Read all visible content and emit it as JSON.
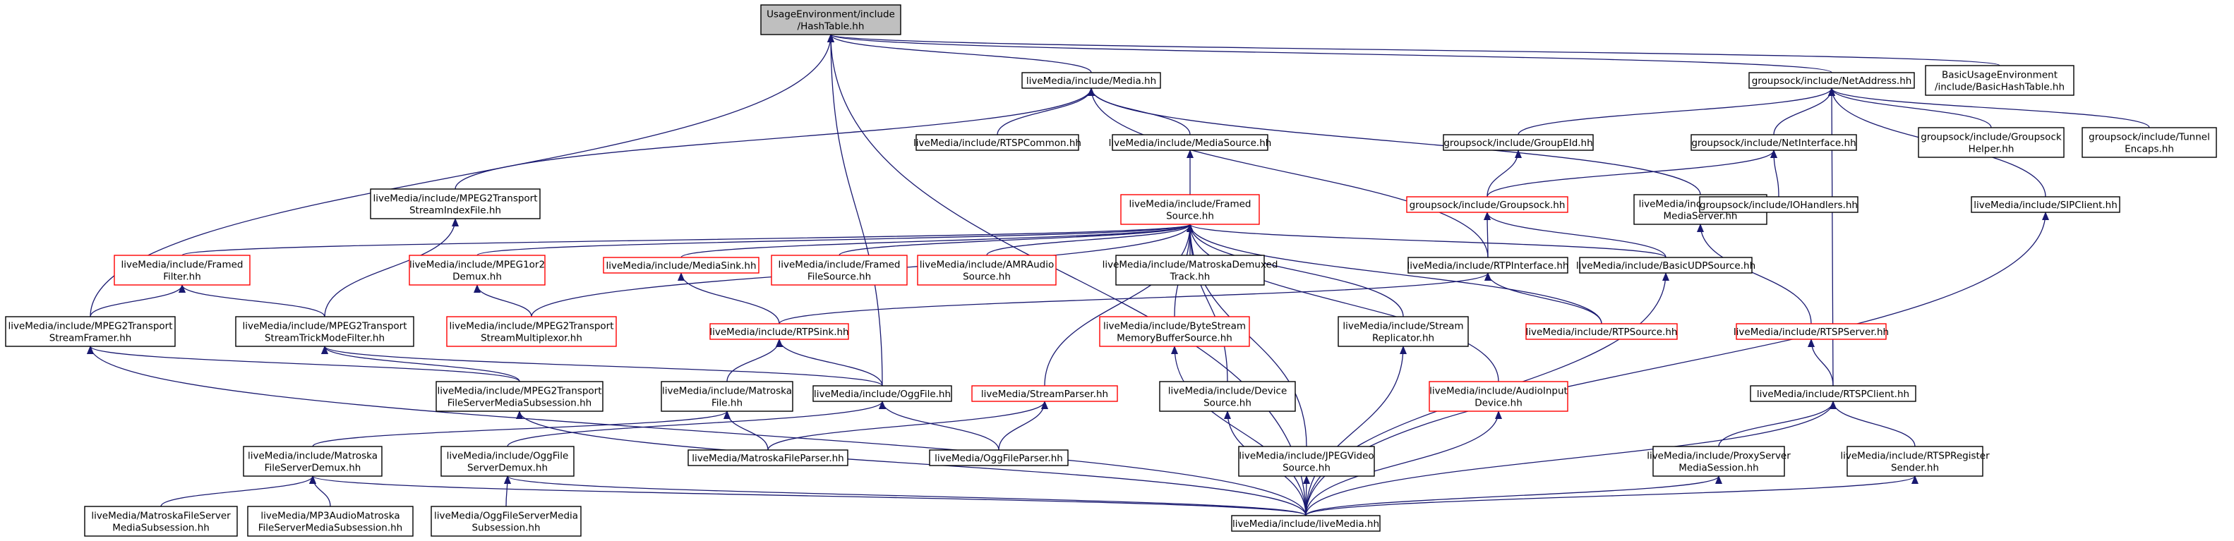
{
  "colors": {
    "edge": "#191970",
    "node_border": "#000000",
    "node_border_incomplete": "#ff0000",
    "root_fill": "#bfbfbf",
    "node_fill": "#ffffff"
  },
  "nodes": {
    "hashtable": {
      "lines": [
        "UsageEnvironment/include",
        "/HashTable.hh"
      ],
      "style": "root"
    },
    "media": {
      "lines": [
        "liveMedia/include/Media.hh"
      ],
      "style": "normal"
    },
    "netaddress": {
      "lines": [
        "groupsock/include/NetAddress.hh"
      ],
      "style": "normal"
    },
    "basichashtable": {
      "lines": [
        "BasicUsageEnvironment",
        "/include/BasicHashTable.hh"
      ],
      "style": "normal"
    },
    "rtspcommon": {
      "lines": [
        "liveMedia/include/RTSPCommon.hh"
      ],
      "style": "normal"
    },
    "mediasource": {
      "lines": [
        "liveMedia/include/MediaSource.hh"
      ],
      "style": "normal"
    },
    "groupeid": {
      "lines": [
        "groupsock/include/GroupEId.hh"
      ],
      "style": "normal"
    },
    "netinterface": {
      "lines": [
        "groupsock/include/NetInterface.hh"
      ],
      "style": "normal"
    },
    "groupsockhelper": {
      "lines": [
        "groupsock/include/Groupsock",
        "Helper.hh"
      ],
      "style": "normal"
    },
    "tunnelencaps": {
      "lines": [
        "groupsock/include/Tunnel",
        "Encaps.hh"
      ],
      "style": "normal"
    },
    "mpeg2tsindex": {
      "lines": [
        "liveMedia/include/MPEG2Transport",
        "StreamIndexFile.hh"
      ],
      "style": "normal"
    },
    "framedsource": {
      "lines": [
        "liveMedia/include/Framed",
        "Source.hh"
      ],
      "style": "incomplete"
    },
    "groupsock": {
      "lines": [
        "groupsock/include/Groupsock.hh"
      ],
      "style": "incomplete"
    },
    "genericmediaserver": {
      "lines": [
        "liveMedia/include/Generic",
        "MediaServer.hh"
      ],
      "style": "normal"
    },
    "iohandlers": {
      "lines": [
        "groupsock/include/IOHandlers.hh"
      ],
      "style": "normal"
    },
    "sipclient": {
      "lines": [
        "liveMedia/include/SIPClient.hh"
      ],
      "style": "normal"
    },
    "framedfilter": {
      "lines": [
        "liveMedia/include/Framed",
        "Filter.hh"
      ],
      "style": "incomplete"
    },
    "mpeg1or2demux": {
      "lines": [
        "liveMedia/include/MPEG1or2",
        "Demux.hh"
      ],
      "style": "incomplete"
    },
    "mediasink": {
      "lines": [
        "liveMedia/include/MediaSink.hh"
      ],
      "style": "incomplete"
    },
    "framedfilesource": {
      "lines": [
        "liveMedia/include/Framed",
        "FileSource.hh"
      ],
      "style": "incomplete"
    },
    "amraudiosource": {
      "lines": [
        "liveMedia/include/AMRAudio",
        "Source.hh"
      ],
      "style": "incomplete"
    },
    "matroskademuxedtrack": {
      "lines": [
        "liveMedia/include/MatroskaDemuxed",
        "Track.hh"
      ],
      "style": "normal"
    },
    "rtpinterface": {
      "lines": [
        "liveMedia/include/RTPInterface.hh"
      ],
      "style": "normal"
    },
    "basicudpsource": {
      "lines": [
        "liveMedia/include/BasicUDPSource.hh"
      ],
      "style": "normal"
    },
    "mpeg2tsframer": {
      "lines": [
        "liveMedia/include/MPEG2Transport",
        "StreamFramer.hh"
      ],
      "style": "normal"
    },
    "mpeg2tstrickmode": {
      "lines": [
        "liveMedia/include/MPEG2Transport",
        "StreamTrickModeFilter.hh"
      ],
      "style": "normal"
    },
    "mpeg2tsmultiplexor": {
      "lines": [
        "liveMedia/include/MPEG2Transport",
        "StreamMultiplexor.hh"
      ],
      "style": "incomplete"
    },
    "rtpsink": {
      "lines": [
        "liveMedia/include/RTPSink.hh"
      ],
      "style": "incomplete"
    },
    "bytestreammemory": {
      "lines": [
        "liveMedia/include/ByteStream",
        "MemoryBufferSource.hh"
      ],
      "style": "incomplete"
    },
    "streamreplicator": {
      "lines": [
        "liveMedia/include/Stream",
        "Replicator.hh"
      ],
      "style": "normal"
    },
    "rtpsource": {
      "lines": [
        "liveMedia/include/RTPSource.hh"
      ],
      "style": "incomplete"
    },
    "rtspserver": {
      "lines": [
        "liveMedia/include/RTSPServer.hh"
      ],
      "style": "incomplete"
    },
    "mpeg2tsfileserver": {
      "lines": [
        "liveMedia/include/MPEG2Transport",
        "FileServerMediaSubsession.hh"
      ],
      "style": "normal"
    },
    "matroskafile": {
      "lines": [
        "liveMedia/include/Matroska",
        "File.hh"
      ],
      "style": "normal"
    },
    "oggfile": {
      "lines": [
        "liveMedia/include/OggFile.hh"
      ],
      "style": "normal"
    },
    "streamparser": {
      "lines": [
        "liveMedia/StreamParser.hh"
      ],
      "style": "incomplete"
    },
    "devicesource": {
      "lines": [
        "liveMedia/include/Device",
        "Source.hh"
      ],
      "style": "normal"
    },
    "audioinputdevice": {
      "lines": [
        "liveMedia/include/AudioInput",
        "Device.hh"
      ],
      "style": "incomplete"
    },
    "rtspclient": {
      "lines": [
        "liveMedia/include/RTSPClient.hh"
      ],
      "style": "normal"
    },
    "matroskafileserverdemux": {
      "lines": [
        "liveMedia/include/Matroska",
        "FileServerDemux.hh"
      ],
      "style": "normal"
    },
    "oggfileserverdemux": {
      "lines": [
        "liveMedia/include/OggFile",
        "ServerDemux.hh"
      ],
      "style": "normal"
    },
    "matroskafileparser": {
      "lines": [
        "liveMedia/MatroskaFileParser.hh"
      ],
      "style": "normal"
    },
    "oggfileparser": {
      "lines": [
        "liveMedia/OggFileParser.hh"
      ],
      "style": "normal"
    },
    "jpegvideosource": {
      "lines": [
        "liveMedia/include/JPEGVideo",
        "Source.hh"
      ],
      "style": "normal"
    },
    "proxyservermediasession": {
      "lines": [
        "liveMedia/include/ProxyServer",
        "MediaSession.hh"
      ],
      "style": "normal"
    },
    "rtspregistersender": {
      "lines": [
        "liveMedia/include/RTSPRegister",
        "Sender.hh"
      ],
      "style": "normal"
    },
    "matroskafileservermediasubsession": {
      "lines": [
        "liveMedia/MatroskaFileServer",
        "MediaSubsession.hh"
      ],
      "style": "normal"
    },
    "mp3audiomatroska": {
      "lines": [
        "liveMedia/MP3AudioMatroska",
        "FileServerMediaSubsession.hh"
      ],
      "style": "normal"
    },
    "oggfileservermediasubsession": {
      "lines": [
        "liveMedia/OggFileServerMedia",
        "Subsession.hh"
      ],
      "style": "normal"
    },
    "livemedia": {
      "lines": [
        "liveMedia/include/liveMedia.hh"
      ],
      "style": "normal"
    }
  },
  "edges": [
    [
      "media",
      "hashtable"
    ],
    [
      "netaddress",
      "hashtable"
    ],
    [
      "basichashtable",
      "hashtable"
    ],
    [
      "mpeg2tsframer",
      "hashtable"
    ],
    [
      "oggfile",
      "hashtable"
    ],
    [
      "livemedia",
      "hashtable"
    ],
    [
      "rtspcommon",
      "media"
    ],
    [
      "mediasource",
      "media"
    ],
    [
      "mpeg2tsindex",
      "media"
    ],
    [
      "genericmediaserver",
      "media"
    ],
    [
      "rtpinterface",
      "media"
    ],
    [
      "groupeid",
      "netaddress"
    ],
    [
      "netinterface",
      "netaddress"
    ],
    [
      "groupsockhelper",
      "netaddress"
    ],
    [
      "tunnelencaps",
      "netaddress"
    ],
    [
      "sipclient",
      "netaddress"
    ],
    [
      "rtspclient",
      "netaddress"
    ],
    [
      "framedsource",
      "mediasource"
    ],
    [
      "groupsock",
      "groupeid"
    ],
    [
      "groupsock",
      "netinterface"
    ],
    [
      "iohandlers",
      "netinterface"
    ],
    [
      "framedfilter",
      "framedsource"
    ],
    [
      "mpeg1or2demux",
      "framedsource"
    ],
    [
      "mediasink",
      "framedsource"
    ],
    [
      "framedfilesource",
      "framedsource"
    ],
    [
      "amraudiosource",
      "framedsource"
    ],
    [
      "matroskademuxedtrack",
      "framedsource"
    ],
    [
      "basicudpsource",
      "framedsource"
    ],
    [
      "mpeg2tsmultiplexor",
      "framedsource"
    ],
    [
      "bytestreammemory",
      "framedsource"
    ],
    [
      "streamreplicator",
      "framedsource"
    ],
    [
      "rtpsource",
      "framedsource"
    ],
    [
      "streamparser",
      "framedsource"
    ],
    [
      "devicesource",
      "framedsource"
    ],
    [
      "audioinputdevice",
      "framedsource"
    ],
    [
      "jpegvideosource",
      "framedsource"
    ],
    [
      "rtpinterface",
      "groupsock"
    ],
    [
      "basicudpsource",
      "groupsock"
    ],
    [
      "rtspserver",
      "genericmediaserver"
    ],
    [
      "mpeg2tsframer",
      "framedfilter"
    ],
    [
      "mpeg2tstrickmode",
      "framedfilter"
    ],
    [
      "mpeg2tstrickmode",
      "mpeg2tsindex"
    ],
    [
      "mpeg2tsmultiplexor",
      "mpeg1or2demux"
    ],
    [
      "rtpsink",
      "mediasink"
    ],
    [
      "rtpsink",
      "rtpinterface"
    ],
    [
      "rtpsource",
      "rtpinterface"
    ],
    [
      "rtspclient",
      "rtspserver"
    ],
    [
      "mpeg2tsfileserver",
      "mpeg2tsframer"
    ],
    [
      "mpeg2tsfileserver",
      "mpeg2tstrickmode"
    ],
    [
      "matroskafile",
      "rtpsink"
    ],
    [
      "oggfile",
      "rtpsink"
    ],
    [
      "oggfile",
      "mpeg2tstrickmode"
    ],
    [
      "matroskafileserverdemux",
      "matroskafile"
    ],
    [
      "oggfileserverdemux",
      "oggfile"
    ],
    [
      "matroskafileparser",
      "matroskafile"
    ],
    [
      "matroskafileparser",
      "streamparser"
    ],
    [
      "oggfileparser",
      "oggfile"
    ],
    [
      "oggfileparser",
      "streamparser"
    ],
    [
      "proxyservermediasession",
      "rtspclient"
    ],
    [
      "rtspregistersender",
      "rtspclient"
    ],
    [
      "matroskafileservermediasubsession",
      "matroskafileserverdemux"
    ],
    [
      "mp3audiomatroska",
      "matroskafileserverdemux"
    ],
    [
      "oggfileservermediasubsession",
      "oggfileserverdemux"
    ],
    [
      "livemedia",
      "mpeg2tsframer"
    ],
    [
      "livemedia",
      "mpeg2tsfileserver"
    ],
    [
      "livemedia",
      "matroskafileserverdemux"
    ],
    [
      "livemedia",
      "oggfileserverdemux"
    ],
    [
      "livemedia",
      "jpegvideosource"
    ],
    [
      "livemedia",
      "devicesource"
    ],
    [
      "livemedia",
      "bytestreammemory"
    ],
    [
      "livemedia",
      "streamreplicator"
    ],
    [
      "livemedia",
      "audioinputdevice"
    ],
    [
      "livemedia",
      "basicudpsource"
    ],
    [
      "livemedia",
      "rtspclient"
    ],
    [
      "livemedia",
      "proxyservermediasession"
    ],
    [
      "livemedia",
      "rtspregistersender"
    ],
    [
      "livemedia",
      "sipclient"
    ]
  ]
}
